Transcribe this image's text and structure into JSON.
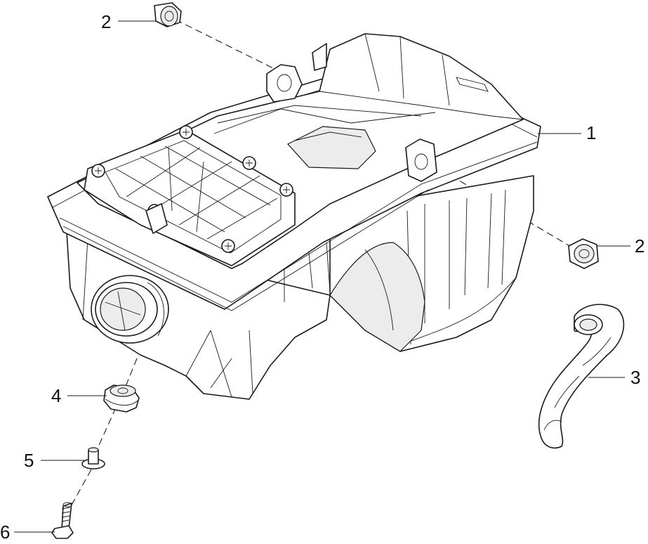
{
  "callouts": [
    {
      "id": "part-1",
      "label": "1"
    },
    {
      "id": "part-2-top",
      "label": "2"
    },
    {
      "id": "part-2-right",
      "label": "2"
    },
    {
      "id": "part-3",
      "label": "3"
    },
    {
      "id": "part-4",
      "label": "4"
    },
    {
      "id": "part-5",
      "label": "5"
    },
    {
      "id": "part-6",
      "label": "6"
    }
  ],
  "colors": {
    "line": "#1a1a1a",
    "background": "#ffffff"
  }
}
